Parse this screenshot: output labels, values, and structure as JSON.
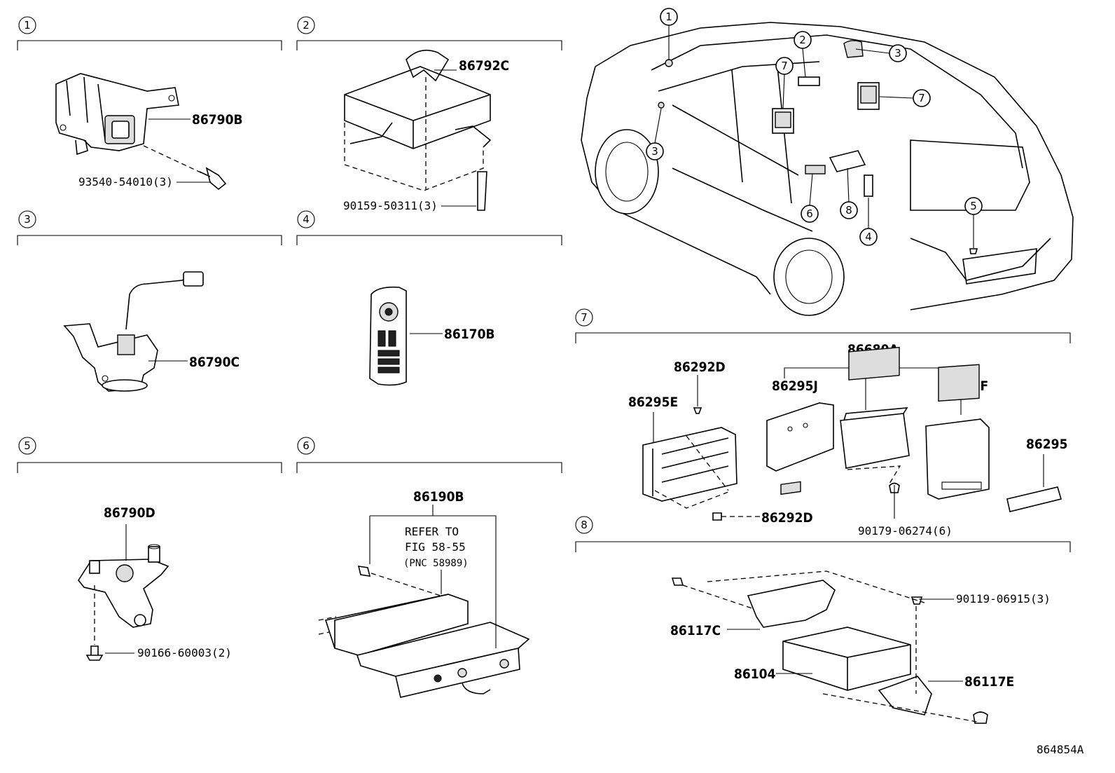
{
  "figure_id": "864854A",
  "sections": [
    {
      "num": "1"
    },
    {
      "num": "2"
    },
    {
      "num": "3"
    },
    {
      "num": "4"
    },
    {
      "num": "5"
    },
    {
      "num": "6"
    },
    {
      "num": "7"
    },
    {
      "num": "8"
    }
  ],
  "callouts": {
    "s1_part": "86790B",
    "s1_bolt": "93540-54010(3)",
    "s2_part": "86792C",
    "s2_screw": "90159-50311(3)",
    "s3_part": "86790C",
    "s4_part": "86170B",
    "s5_part": "86790D",
    "s5_nut": "90166-60003(2)",
    "s6_part": "86190B",
    "s6_ref_line1": "REFER TO",
    "s6_ref_line2": "FIG 58-55",
    "s6_ref_line3": "(PNC 58989)",
    "s7_assy": "86680A",
    "s7_screw_top": "86292D",
    "s7_bracket": "86295E",
    "s7_cover_j": "86295J",
    "s7_cover_f": "86295F",
    "s7_panel": "86295",
    "s7_screw_bottom": "86292D",
    "s7_nut": "90179-06274(6)",
    "s8_bolt": "90119-06915(3)",
    "s8_bracket_c": "86117C",
    "s8_unit": "86104",
    "s8_bracket_e": "86117E"
  },
  "vehicle_markers": [
    "1",
    "2",
    "3",
    "7",
    "7",
    "3",
    "6",
    "8",
    "4",
    "5"
  ]
}
